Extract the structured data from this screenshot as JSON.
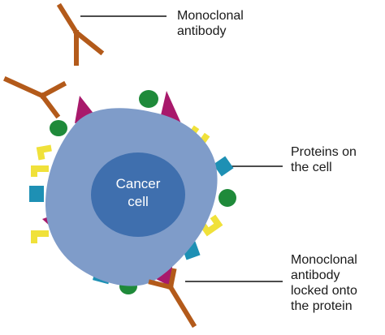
{
  "labels": {
    "monoclonal_antibody": [
      "Monoclonal",
      "antibody"
    ],
    "proteins_on_cell": [
      "Proteins on",
      "the cell"
    ],
    "antibody_locked": [
      "Monoclonal",
      "antibody",
      "locked onto",
      "the protein"
    ],
    "cancer_cell": [
      "Cancer",
      "cell"
    ]
  },
  "colors": {
    "cell_body": "#7f9cc9",
    "nucleus": "#3f6fae",
    "antibody": "#b35a1a",
    "protein_magenta": "#a8196b",
    "protein_green": "#1f8a3a",
    "protein_yellow": "#f0e13a",
    "protein_blue": "#1e90b4"
  }
}
